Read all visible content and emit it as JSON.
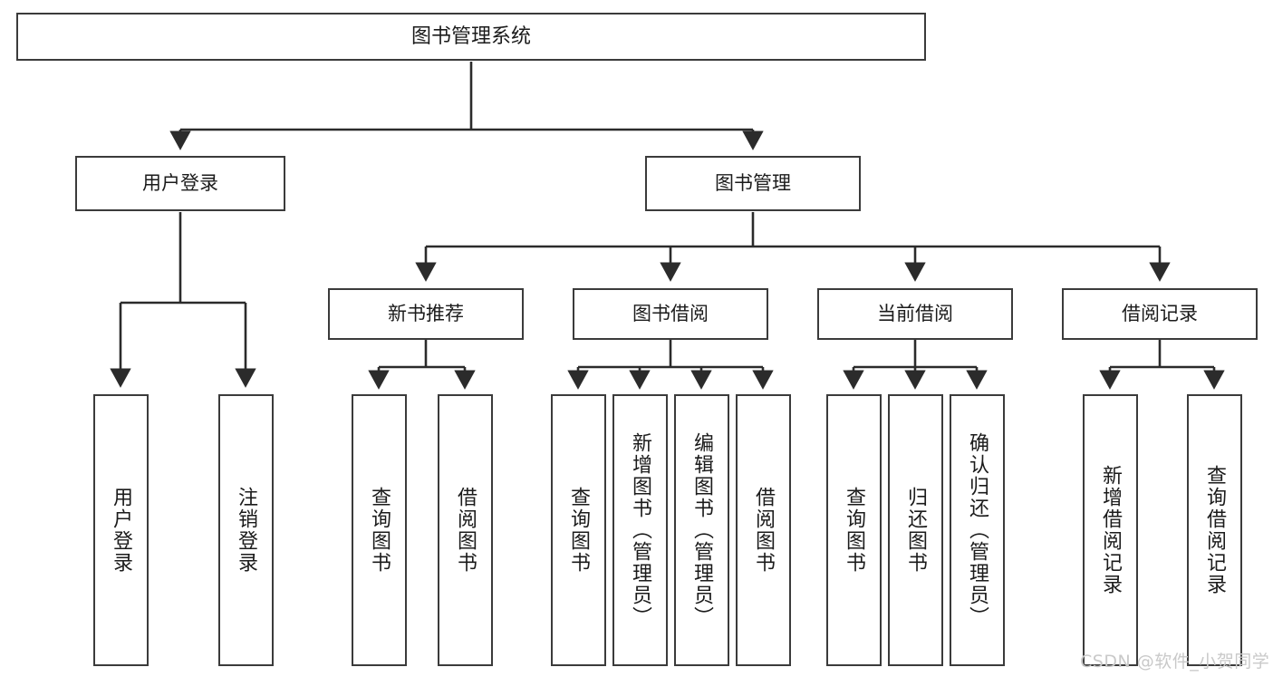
{
  "diagram": {
    "title": "图书管理系统",
    "type": "hierarchy-tree",
    "watermark": "CSDN @软件_小贺同学",
    "colors": {
      "box_border": "#3b3b3b",
      "box_fill": "#ffffff",
      "connector": "#2b2b2b",
      "text": "#1b1b1b",
      "watermark": "#c9c9c9",
      "background": "#ffffff"
    },
    "nodes": {
      "root": {
        "label": "图书管理系统"
      },
      "level2": [
        {
          "id": "user-login",
          "label": "用户登录"
        },
        {
          "id": "book-management",
          "label": "图书管理"
        }
      ],
      "level3": [
        {
          "id": "new-book-recommend",
          "label": "新书推荐"
        },
        {
          "id": "book-borrow",
          "label": "图书借阅"
        },
        {
          "id": "current-borrow",
          "label": "当前借阅"
        },
        {
          "id": "borrow-record",
          "label": "借阅记录"
        }
      ],
      "leaves": {
        "user_login": [
          {
            "id": "leaf-user-login",
            "label": "用户登录"
          },
          {
            "id": "leaf-logout-login",
            "label": "注销登录"
          }
        ],
        "new_book_recommend": [
          {
            "id": "leaf-query-book-1",
            "label": "查询图书"
          },
          {
            "id": "leaf-borrow-book-1",
            "label": "借阅图书"
          }
        ],
        "book_borrow": [
          {
            "id": "leaf-query-book-2",
            "label": "查询图书"
          },
          {
            "id": "leaf-add-book",
            "label": "新增图书（管理员）"
          },
          {
            "id": "leaf-edit-book",
            "label": "编辑图书（管理员）"
          },
          {
            "id": "leaf-borrow-book-2",
            "label": "借阅图书"
          }
        ],
        "current_borrow": [
          {
            "id": "leaf-query-book-3",
            "label": "查询图书"
          },
          {
            "id": "leaf-return-book",
            "label": "归还图书"
          },
          {
            "id": "leaf-confirm-return",
            "label": "确认归还（管理员）"
          }
        ],
        "borrow_record": [
          {
            "id": "leaf-add-record",
            "label": "新增借阅记录"
          },
          {
            "id": "leaf-query-record",
            "label": "查询借阅记录"
          }
        ]
      }
    }
  }
}
